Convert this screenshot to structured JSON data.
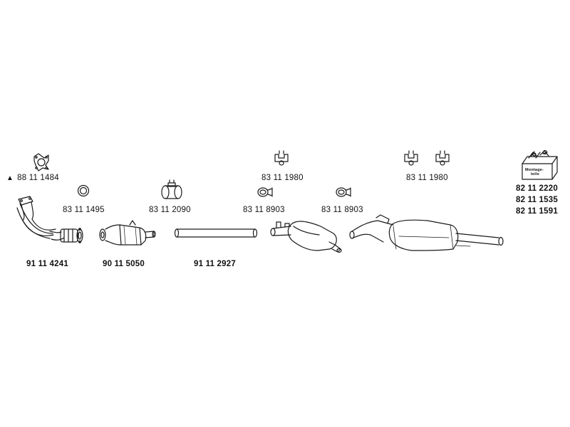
{
  "parts": {
    "gasket_flange": "88 11 1484",
    "ring_gasket": "83 11 1495",
    "clamp_cat": "83 11 2090",
    "clamp_mid": "83 11 8903",
    "clamp_rear": "83 11 8903",
    "hanger_mid": "83 11 1980",
    "hanger_rear": "83 11 1980",
    "front_pipe": "91 11 4241",
    "catalytic_converter": "90 11 5050",
    "intermediate_pipe": "91 11 2927",
    "mounting_kit_1": "82 11 2220",
    "mounting_kit_2": "82 11 1535",
    "mounting_kit_3": "82 11 1591"
  },
  "kit_label_line1": "Montage-",
  "kit_label_line2": "teile",
  "triangle_symbol": "▲"
}
